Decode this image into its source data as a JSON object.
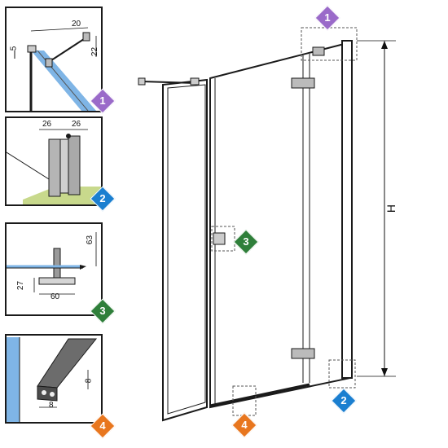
{
  "colors": {
    "purple": "#9a6ac9",
    "blue": "#1b7fd0",
    "green": "#2f7f3a",
    "orange": "#e8761e",
    "glass": "#7fb5e6",
    "frame": "#1a1a1a"
  },
  "badges": {
    "b1": "1",
    "b2": "2",
    "b3": "3",
    "b4": "4"
  },
  "detail1": {
    "dim_a": "20",
    "dim_b": "5",
    "dim_c": "22"
  },
  "detail2": {
    "dim_a": "26",
    "dim_b": "26"
  },
  "detail3": {
    "dim_a": "63",
    "dim_b": "27",
    "dim_c": "60"
  },
  "detail4": {
    "dim_a": "8",
    "dim_b": "8"
  },
  "main": {
    "height_label": "H"
  }
}
